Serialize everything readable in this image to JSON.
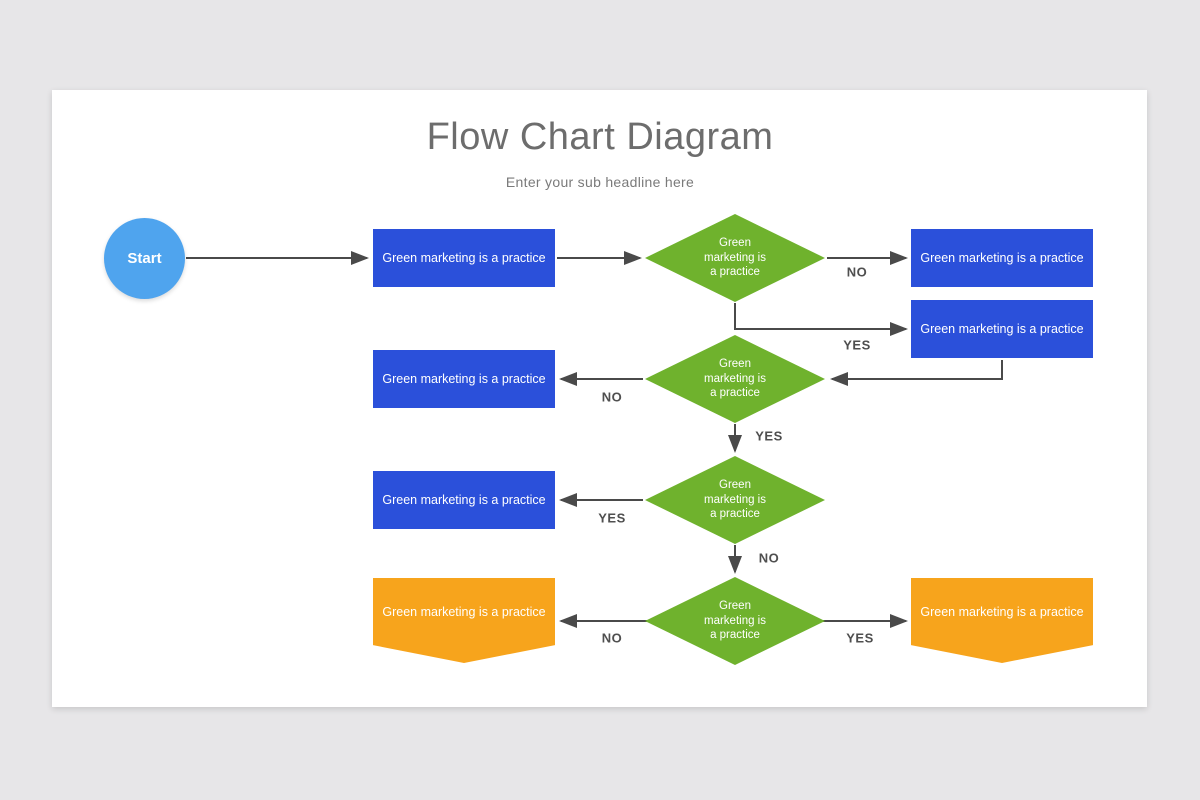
{
  "title": "Flow Chart Diagram",
  "subtitle": "Enter your sub headline here",
  "colors": {
    "background": "#e7e6e8",
    "card": "#ffffff",
    "process_blue": "#2b50da",
    "start_blue": "#4fa4ee",
    "decision_green": "#6fb22d",
    "terminal_orange": "#f7a41c",
    "connector_gray": "#4a4a4a",
    "title_gray": "#6d6d6d"
  },
  "start": {
    "label": "Start"
  },
  "processes": [
    {
      "id": "left-row-1",
      "label": "Green marketing is a practice"
    },
    {
      "id": "left-row-2",
      "label": "Green marketing is a practice"
    },
    {
      "id": "left-row-3",
      "label": "Green marketing is a practice"
    },
    {
      "id": "right-row-1",
      "label": "Green marketing is a practice"
    },
    {
      "id": "right-row-2",
      "label": "Green marketing is a practice"
    }
  ],
  "decisions": [
    {
      "id": "decision-1",
      "label": "Green\nmarketing is\na practice"
    },
    {
      "id": "decision-2",
      "label": "Green\nmarketing is\na practice"
    },
    {
      "id": "decision-3",
      "label": "Green\nmarketing is\na practice"
    },
    {
      "id": "decision-4",
      "label": "Green\nmarketing is\na practice"
    }
  ],
  "terminals": [
    {
      "id": "terminal-left",
      "label": "Green marketing is a practice"
    },
    {
      "id": "terminal-right",
      "label": "Green marketing is a practice"
    }
  ],
  "branches": {
    "d1_no": "NO",
    "d1_yes": "YES",
    "d2_no": "NO",
    "d2_yes": "YES",
    "d3_yes": "YES",
    "d3_no": "NO",
    "d4_no": "NO",
    "d4_yes": "YES"
  }
}
